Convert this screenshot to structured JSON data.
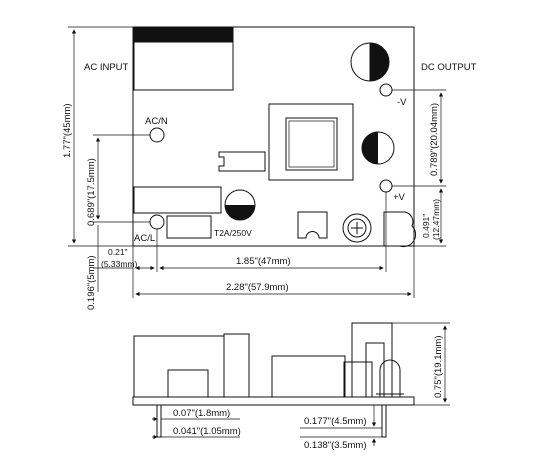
{
  "top_view": {
    "labels": {
      "ac_input": "AC INPUT",
      "dc_output": "DC OUTPUT",
      "ac_n": "AC/N",
      "ac_l": "AC/L",
      "neg_v": "-V",
      "pos_v": "+V",
      "fuse": "T2A/250V"
    },
    "dimensions": {
      "height": "1.77\"(45mm)",
      "ac_pin_spacing": "0.689\"(17.5mm)",
      "ac_offset_x": "0.21\"",
      "ac_offset_x_mm": "(5.33mm)",
      "bottom_offset": "0.196\"(5mm)",
      "pin_span": "1.85\"(47mm)",
      "width": "2.28\"(57.9mm)",
      "dc_pin_spacing": "0.789\"(20.04mm)",
      "dc_offset": "0.491\"",
      "dc_offset_mm": "(12.47mm)"
    }
  },
  "side_view": {
    "dimensions": {
      "height": "0.75\"(19.1mm)",
      "pin_width_1": "0.07\"(1.8mm)",
      "pin_width_2": "0.041\"(1.05mm)",
      "pin_length_1": "0.177\"(4.5mm)",
      "pin_length_2": "0.138\"(3.5mm)"
    }
  }
}
